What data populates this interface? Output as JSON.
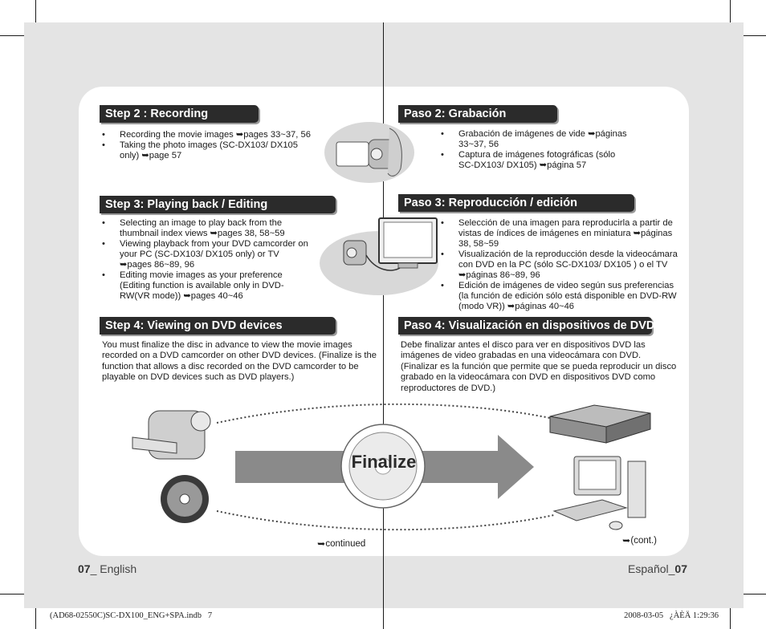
{
  "left": {
    "step2": {
      "title": "Step 2 : Recording",
      "items": [
        "Recording the movie images ➥pages 33~37, 56",
        "Taking the photo images (SC-DX103/ DX105 only) ➥page 57"
      ]
    },
    "step3": {
      "title": "Step 3: Playing back / Editing",
      "items": [
        "Selecting an image to play back from the thumbnail index views ➥pages 38, 58~59",
        "Viewing playback from your DVD camcorder on your PC (SC-DX103/ DX105 only) or TV ➥pages 86~89, 96",
        "Editing movie images as your preference (Editing function is available only in DVD-RW(VR mode)) ➥pages 40~46"
      ]
    },
    "step4": {
      "title": "Step 4: Viewing on DVD devices",
      "text": "You must finalize the disc in advance to view the movie images recorded on a DVD camcorder on other DVD devices. (Finalize is the function that allows a disc recorded on the DVD camcorder to be playable on DVD devices such as DVD players.)"
    },
    "continued": "continued",
    "page_number": "07",
    "page_language": "_ English"
  },
  "right": {
    "step2": {
      "title": "Paso 2: Grabación",
      "items": [
        "Grabación de imágenes de vide ➥páginas 33~37, 56",
        "Captura de imágenes fotográficas (sólo SC-DX103/ DX105) ➥página 57"
      ]
    },
    "step3": {
      "title": "Paso 3: Reproducción / edición",
      "items": [
        "Selección de una imagen para reproducirla a partir de vistas de índices de imágenes en miniatura ➥páginas 38, 58~59",
        "Visualización de la reproducción desde la videocámara con DVD en la PC (sólo SC-DX103/ DX105 ) o el TV ➥páginas 86~89, 96",
        "Edición de imágenes de video según sus preferencias (la función de edición sólo está disponible en DVD-RW (modo VR)) ➥páginas 40~46"
      ]
    },
    "step4": {
      "title": "Paso 4: Visualización en dispositivos de DVD",
      "text": "Debe finalizar antes el disco para ver en dispositivos DVD las imágenes de video grabadas en una videocámara con DVD. (Finalizar es la función que permite que se pueda reproducir un disco grabado en la videocámara con DVD en dispositivos DVD como reproductores de DVD.)"
    },
    "continued": "(cont.)",
    "page_language": "Español_",
    "page_number": "07"
  },
  "diagram": {
    "label": "Finalize"
  },
  "footer": {
    "file": "(AD68-02550C)SC-DX100_ENG+SPA.indb   7",
    "timestamp": "2008-03-05   ¿ÀÈÄ 1:29:36"
  },
  "colors": {
    "header_bg": "#2b2b2b",
    "page_bg": "#e4e4e4",
    "panel_bg": "#ffffff",
    "arrow": "#8a8a8a"
  }
}
